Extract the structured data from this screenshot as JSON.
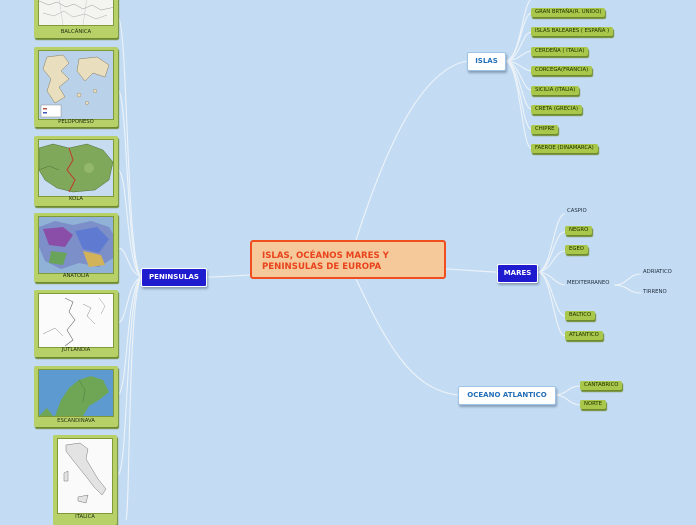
{
  "central": {
    "line1": "ISLAS, OCÉANOS MARES Y",
    "line2": "PENINSULAS DE EUROPA"
  },
  "branches": {
    "islas": {
      "label": "ISLAS",
      "items": [
        "GRAN BRTAÑA(R. UNIDO)",
        "ISLAS BALEARES ( ESPAÑA )",
        "CERDEÑA ( ITALIA)",
        "CORCEGA(FRANCIA)",
        "SICILIA (ITALIA)",
        "CRETA (GRECIA)",
        "CHIPRE",
        "FAEROE (DINAMARCA)"
      ]
    },
    "mares": {
      "label": "MARES",
      "items": [
        "CASPIO",
        "NEGRO",
        "EGEO",
        "MEDITERRANEO",
        "BALTICO",
        "ATLANTICO"
      ],
      "mediterraneo_children": [
        "ADRIATICO",
        "TIRRENO"
      ]
    },
    "oceano": {
      "label": "OCEANO ATLANTICO",
      "items": [
        "CANTABRICO",
        "NORTE"
      ]
    },
    "peninsulas": {
      "label": "PENINSULAS",
      "items": [
        "BALCÁNICA",
        "PELOPONESO",
        "KOLA",
        "ANATOLIA",
        "JUTLANDIA",
        "ESCANDINAVA",
        "ITALICA"
      ]
    }
  },
  "colors": {
    "background": "#c3dcf3",
    "central_fill": "#f6c99a",
    "central_border": "#f04e1f",
    "node_blue": "#1f1ccf",
    "pill_green": "#a9c74a",
    "link": "#e9eef4"
  }
}
